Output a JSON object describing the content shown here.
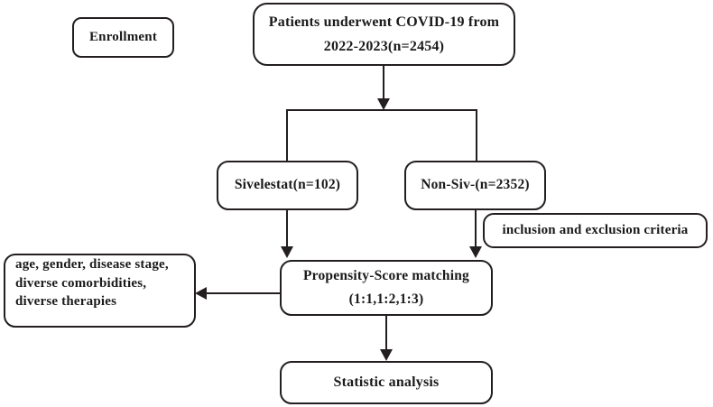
{
  "diagram": {
    "title": "Patient enrollment and propensity-score matching flowchart",
    "stroke_color": "#231f20",
    "background": "#ffffff",
    "nodes": {
      "enrollment": {
        "label": "Enrollment"
      },
      "cohort": {
        "line1": "Patients underwent COVID-19 from",
        "line2": "2022-2023(n=2454)"
      },
      "sivelestat": {
        "label": "Sivelestat(n=102)"
      },
      "non_sivelestat": {
        "label": "Non-Siv-(n=2352)"
      },
      "criteria": {
        "label": "inclusion and exclusion criteria"
      },
      "propensity": {
        "line1": "Propensity-Score matching",
        "line2": "(1:1,1:2,1:3)"
      },
      "covariates": {
        "line1": "age, gender, disease stage,",
        "line2": "diverse comorbidities,",
        "line3": "diverse therapies"
      },
      "statistics": {
        "label": "Statistic analysis"
      }
    }
  }
}
